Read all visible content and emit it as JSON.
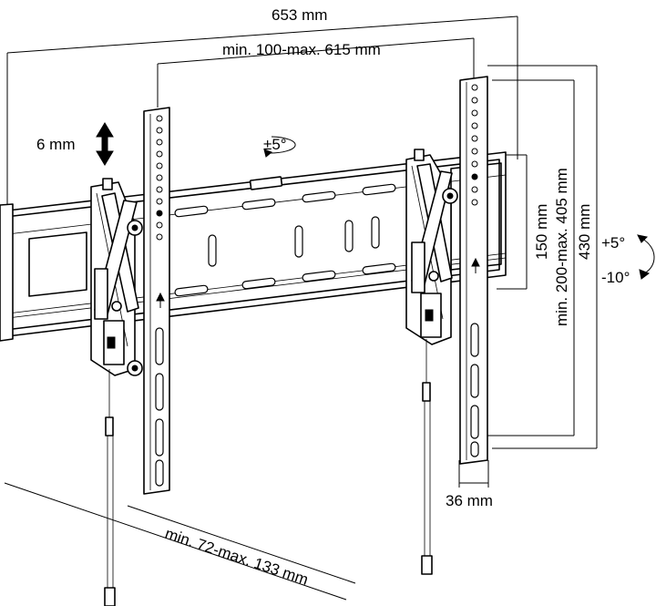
{
  "dimensions": {
    "overall_width": "653 mm",
    "vesa_horizontal": "min. 100-max. 615 mm",
    "vertical_adjust": "6 mm",
    "rotation": "±5°",
    "rail_height": "150 mm",
    "vesa_vertical": "min. 200-max. 405 mm",
    "bracket_height": "430 mm",
    "tilt_up": "+5°",
    "tilt_down": "-10°",
    "arm_width": "36 mm",
    "wall_distance": "min. 72-max. 133 mm"
  },
  "colors": {
    "line": "#000000",
    "background": "#ffffff"
  },
  "icons": [
    "double-arrow-icon",
    "rotate-arrow-icon",
    "tilt-arrow-icon",
    "up-arrow-icon"
  ]
}
